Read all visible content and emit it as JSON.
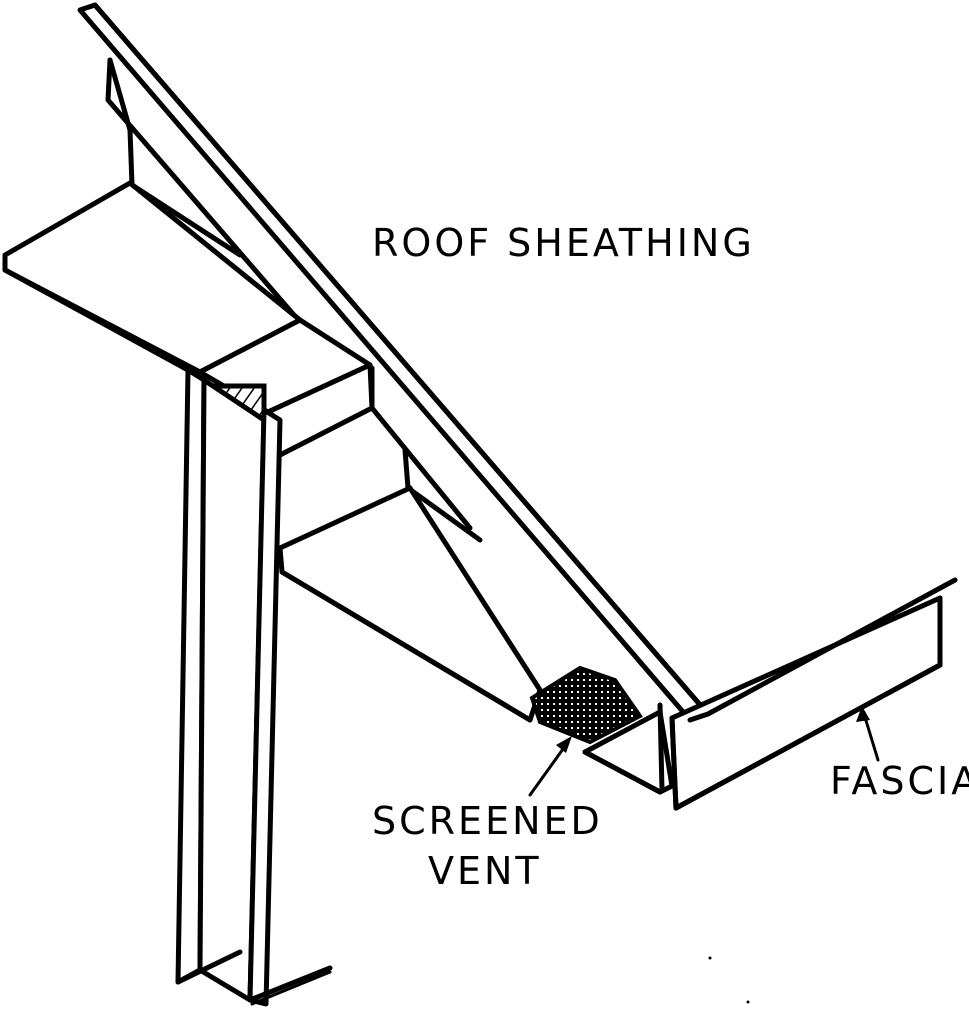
{
  "labels": {
    "roof_sheathing": "ROOF SHEATHING",
    "screened_vent_line1": "SCREENED",
    "screened_vent_line2": "VENT",
    "fascia": "FASCIA"
  }
}
